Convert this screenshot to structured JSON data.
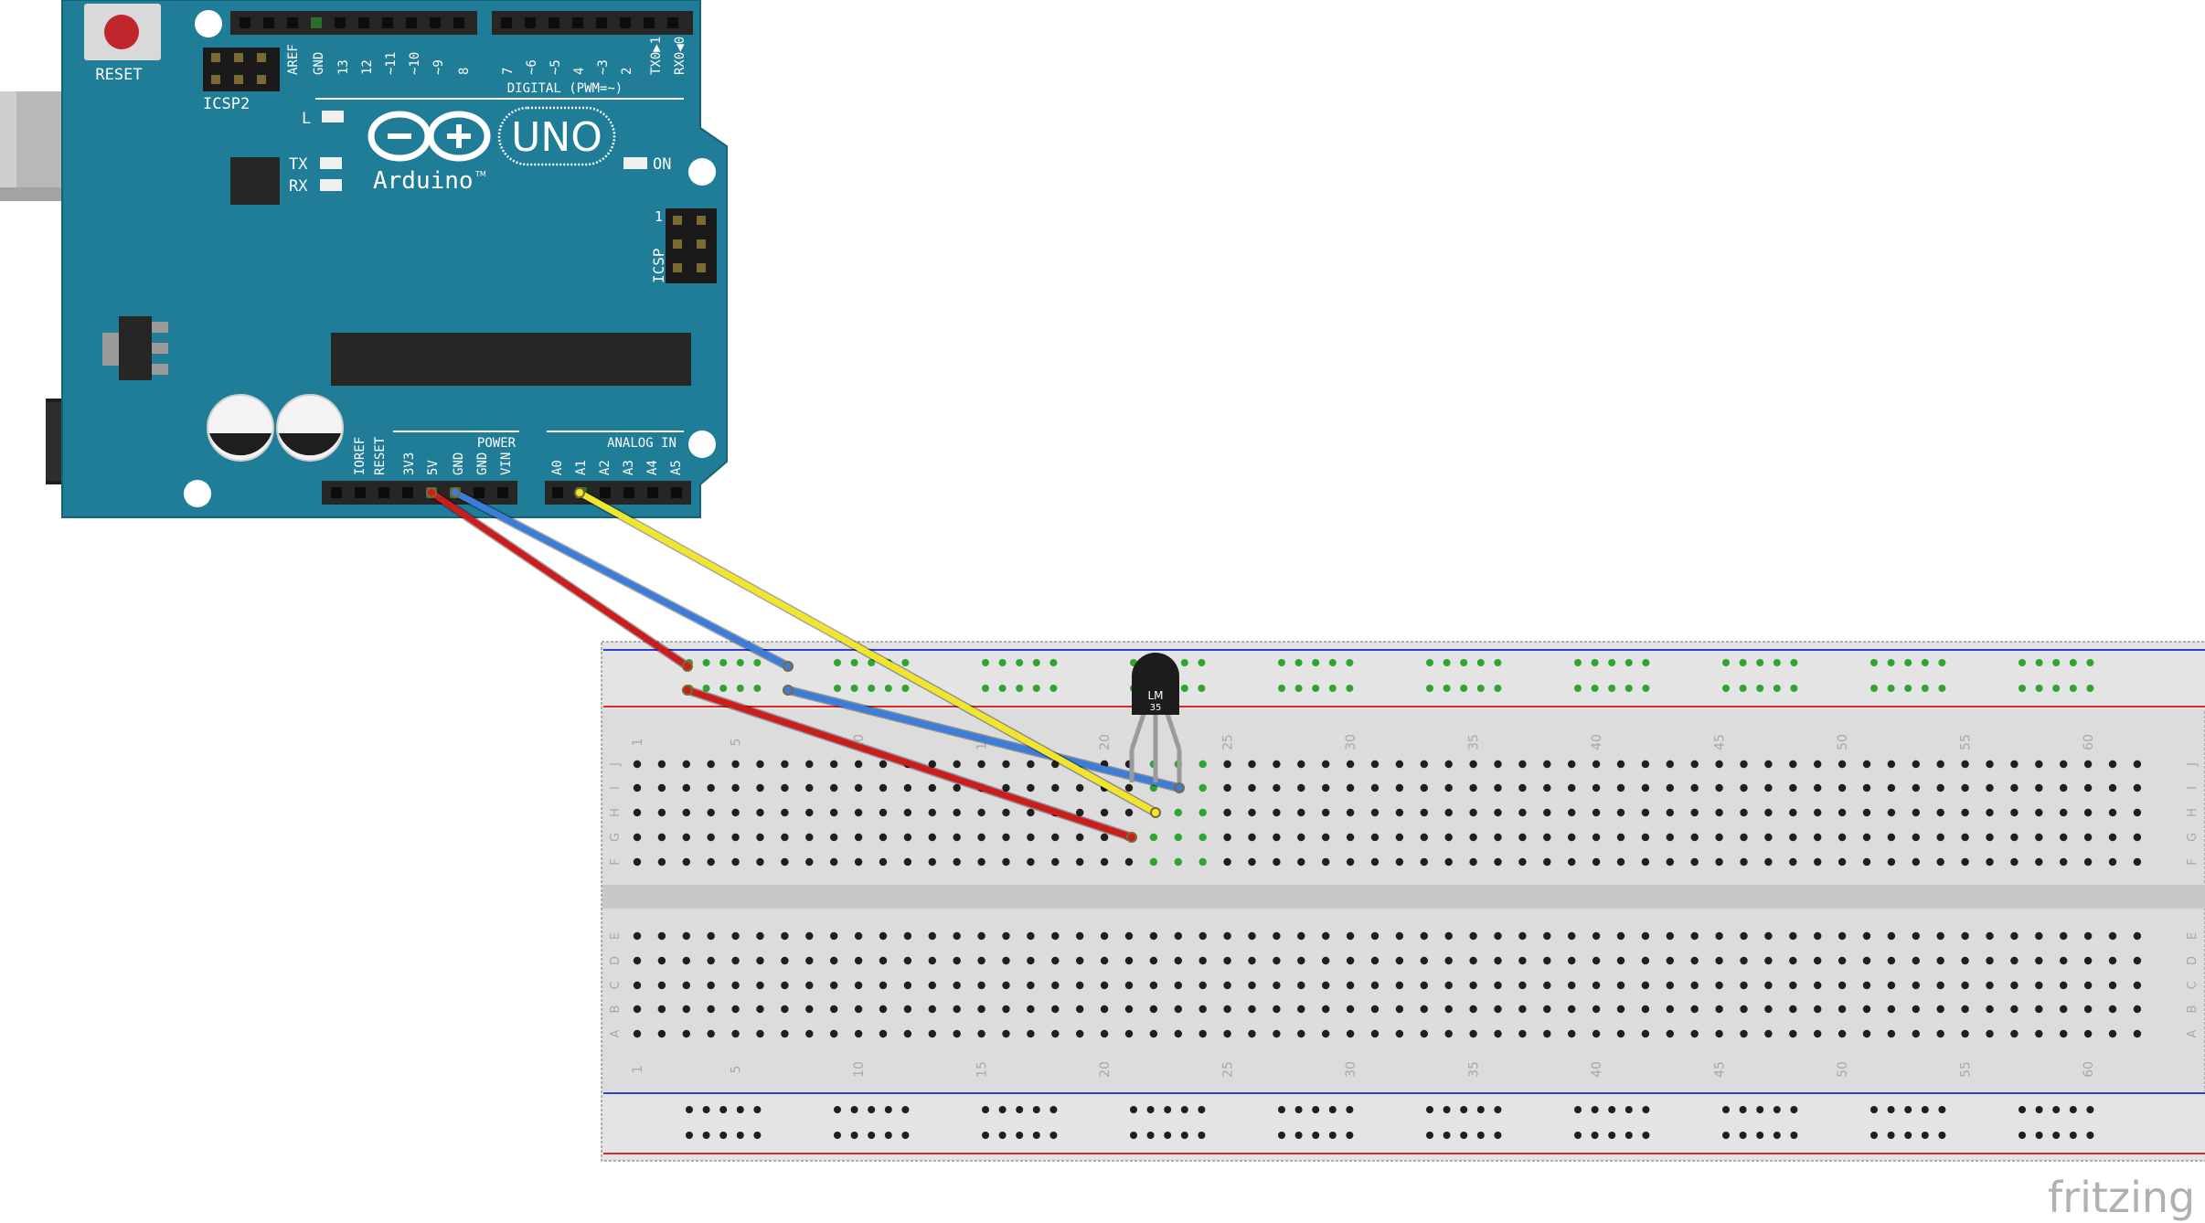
{
  "board": {
    "reset_label": "RESET",
    "icsp2_label": "ICSP2",
    "icsp_label": "ICSP",
    "icsp_pin_one": "1",
    "digital_header_label": "DIGITAL (PWM=~)",
    "digital_pins_a": [
      "AREF",
      "GND",
      "13",
      "12",
      "~11",
      "~10",
      "~9",
      "8"
    ],
    "digital_pins_b": [
      "7",
      "~6",
      "~5",
      "4",
      "~3",
      "2",
      "TX0▶1",
      "RX0◀0"
    ],
    "led_l": "L",
    "led_tx": "TX",
    "led_rx": "RX",
    "led_on": "ON",
    "model_label": "UNO",
    "brand_label": "Arduino",
    "trademark": "TM",
    "power_header_label": "POWER",
    "power_pins": [
      "IOREF",
      "RESET",
      "3V3",
      "5V",
      "GND",
      "GND",
      "VIN"
    ],
    "analog_header_label": "ANALOG IN",
    "analog_pins": [
      "A0",
      "A1",
      "A2",
      "A3",
      "A4",
      "A5"
    ]
  },
  "sensor": {
    "label_line1": "LM",
    "label_line2": "35"
  },
  "breadboard": {
    "column_numbers": [
      "1",
      "5",
      "10",
      "15",
      "20",
      "25",
      "30",
      "35",
      "40",
      "45",
      "50",
      "55",
      "60"
    ],
    "top_row_letters": [
      "J",
      "I",
      "H",
      "G",
      "F"
    ],
    "bottom_row_letters": [
      "E",
      "D",
      "C",
      "B",
      "A"
    ]
  },
  "wires": [
    {
      "name": "5V",
      "color": "#cc1d1d"
    },
    {
      "name": "GND",
      "color": "#3b7dd8"
    },
    {
      "name": "A1",
      "color": "#f2e62c"
    }
  ],
  "colors": {
    "board": "#1f7d98",
    "board_edge": "#15627a",
    "silkscreen": "#ffffff",
    "header": "#262626",
    "breadboard": "#dcdcdc",
    "rail_red": "#d92b2b",
    "rail_blue": "#2f3fc9",
    "active_hole": "#2fa52f"
  },
  "watermark": "fritzing"
}
